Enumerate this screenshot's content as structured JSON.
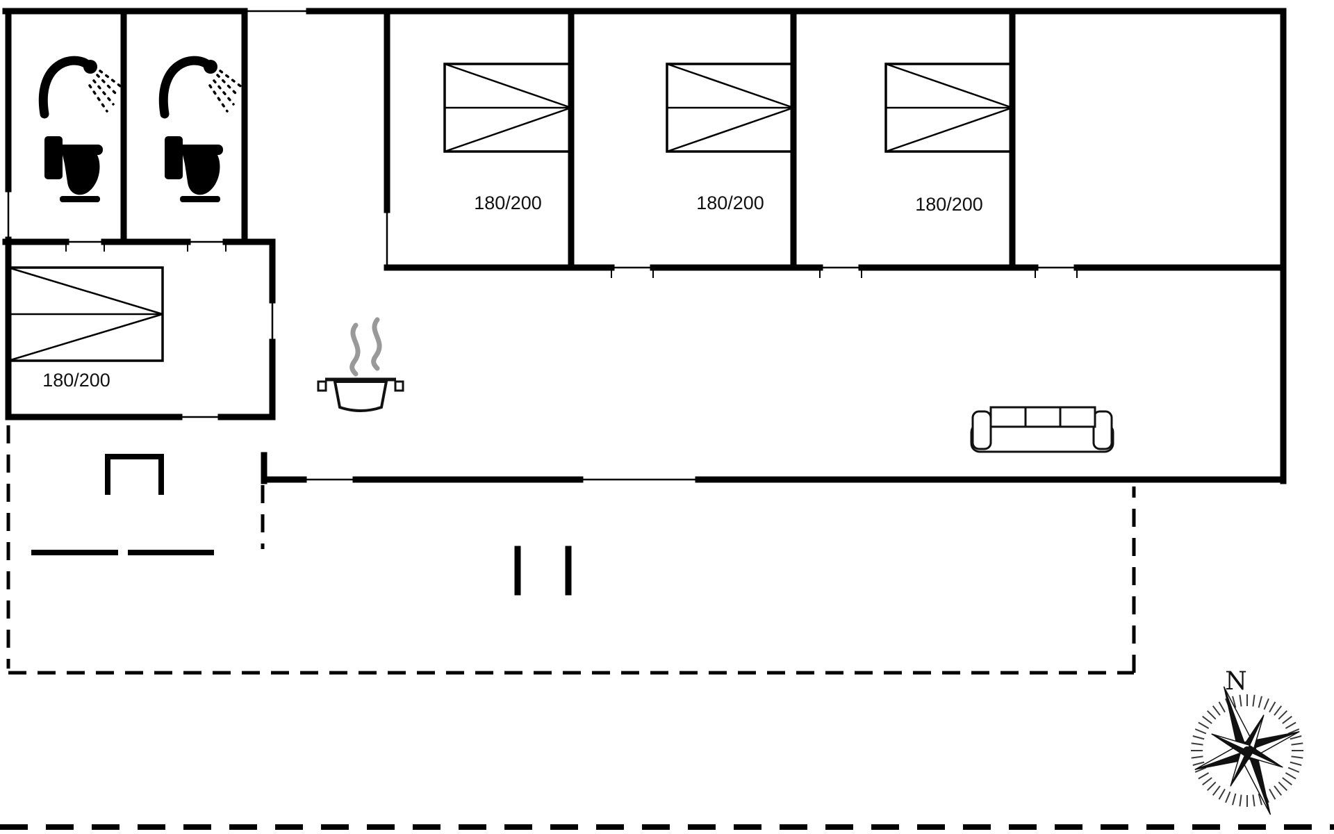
{
  "floorplan": {
    "background_color": "#ffffff",
    "wall_color": "#000000",
    "steam_color": "#999999",
    "bedrooms": [
      {
        "name": "bedroom-1",
        "bed_size": "180/200"
      },
      {
        "name": "bedroom-2",
        "bed_size": "180/200"
      },
      {
        "name": "bedroom-3",
        "bed_size": "180/200"
      },
      {
        "name": "bedroom-4",
        "bed_size": "180/200"
      }
    ],
    "bathrooms": [
      {
        "name": "bathroom-1",
        "icons": [
          "shower-icon",
          "toilet-icon"
        ]
      },
      {
        "name": "bathroom-2",
        "icons": [
          "shower-icon",
          "toilet-icon"
        ]
      }
    ],
    "kitchen": {
      "icons": [
        "cooking-pot-icon",
        "steam-icon"
      ]
    },
    "living_room": {
      "icons": [
        "sofa-icon"
      ]
    },
    "compass": {
      "north_label": "N"
    },
    "outdoor": {
      "features": [
        "terrace-dashed-outline",
        "plot-boundary-dashed",
        "pergola-posts",
        "terrace-structure"
      ]
    }
  }
}
